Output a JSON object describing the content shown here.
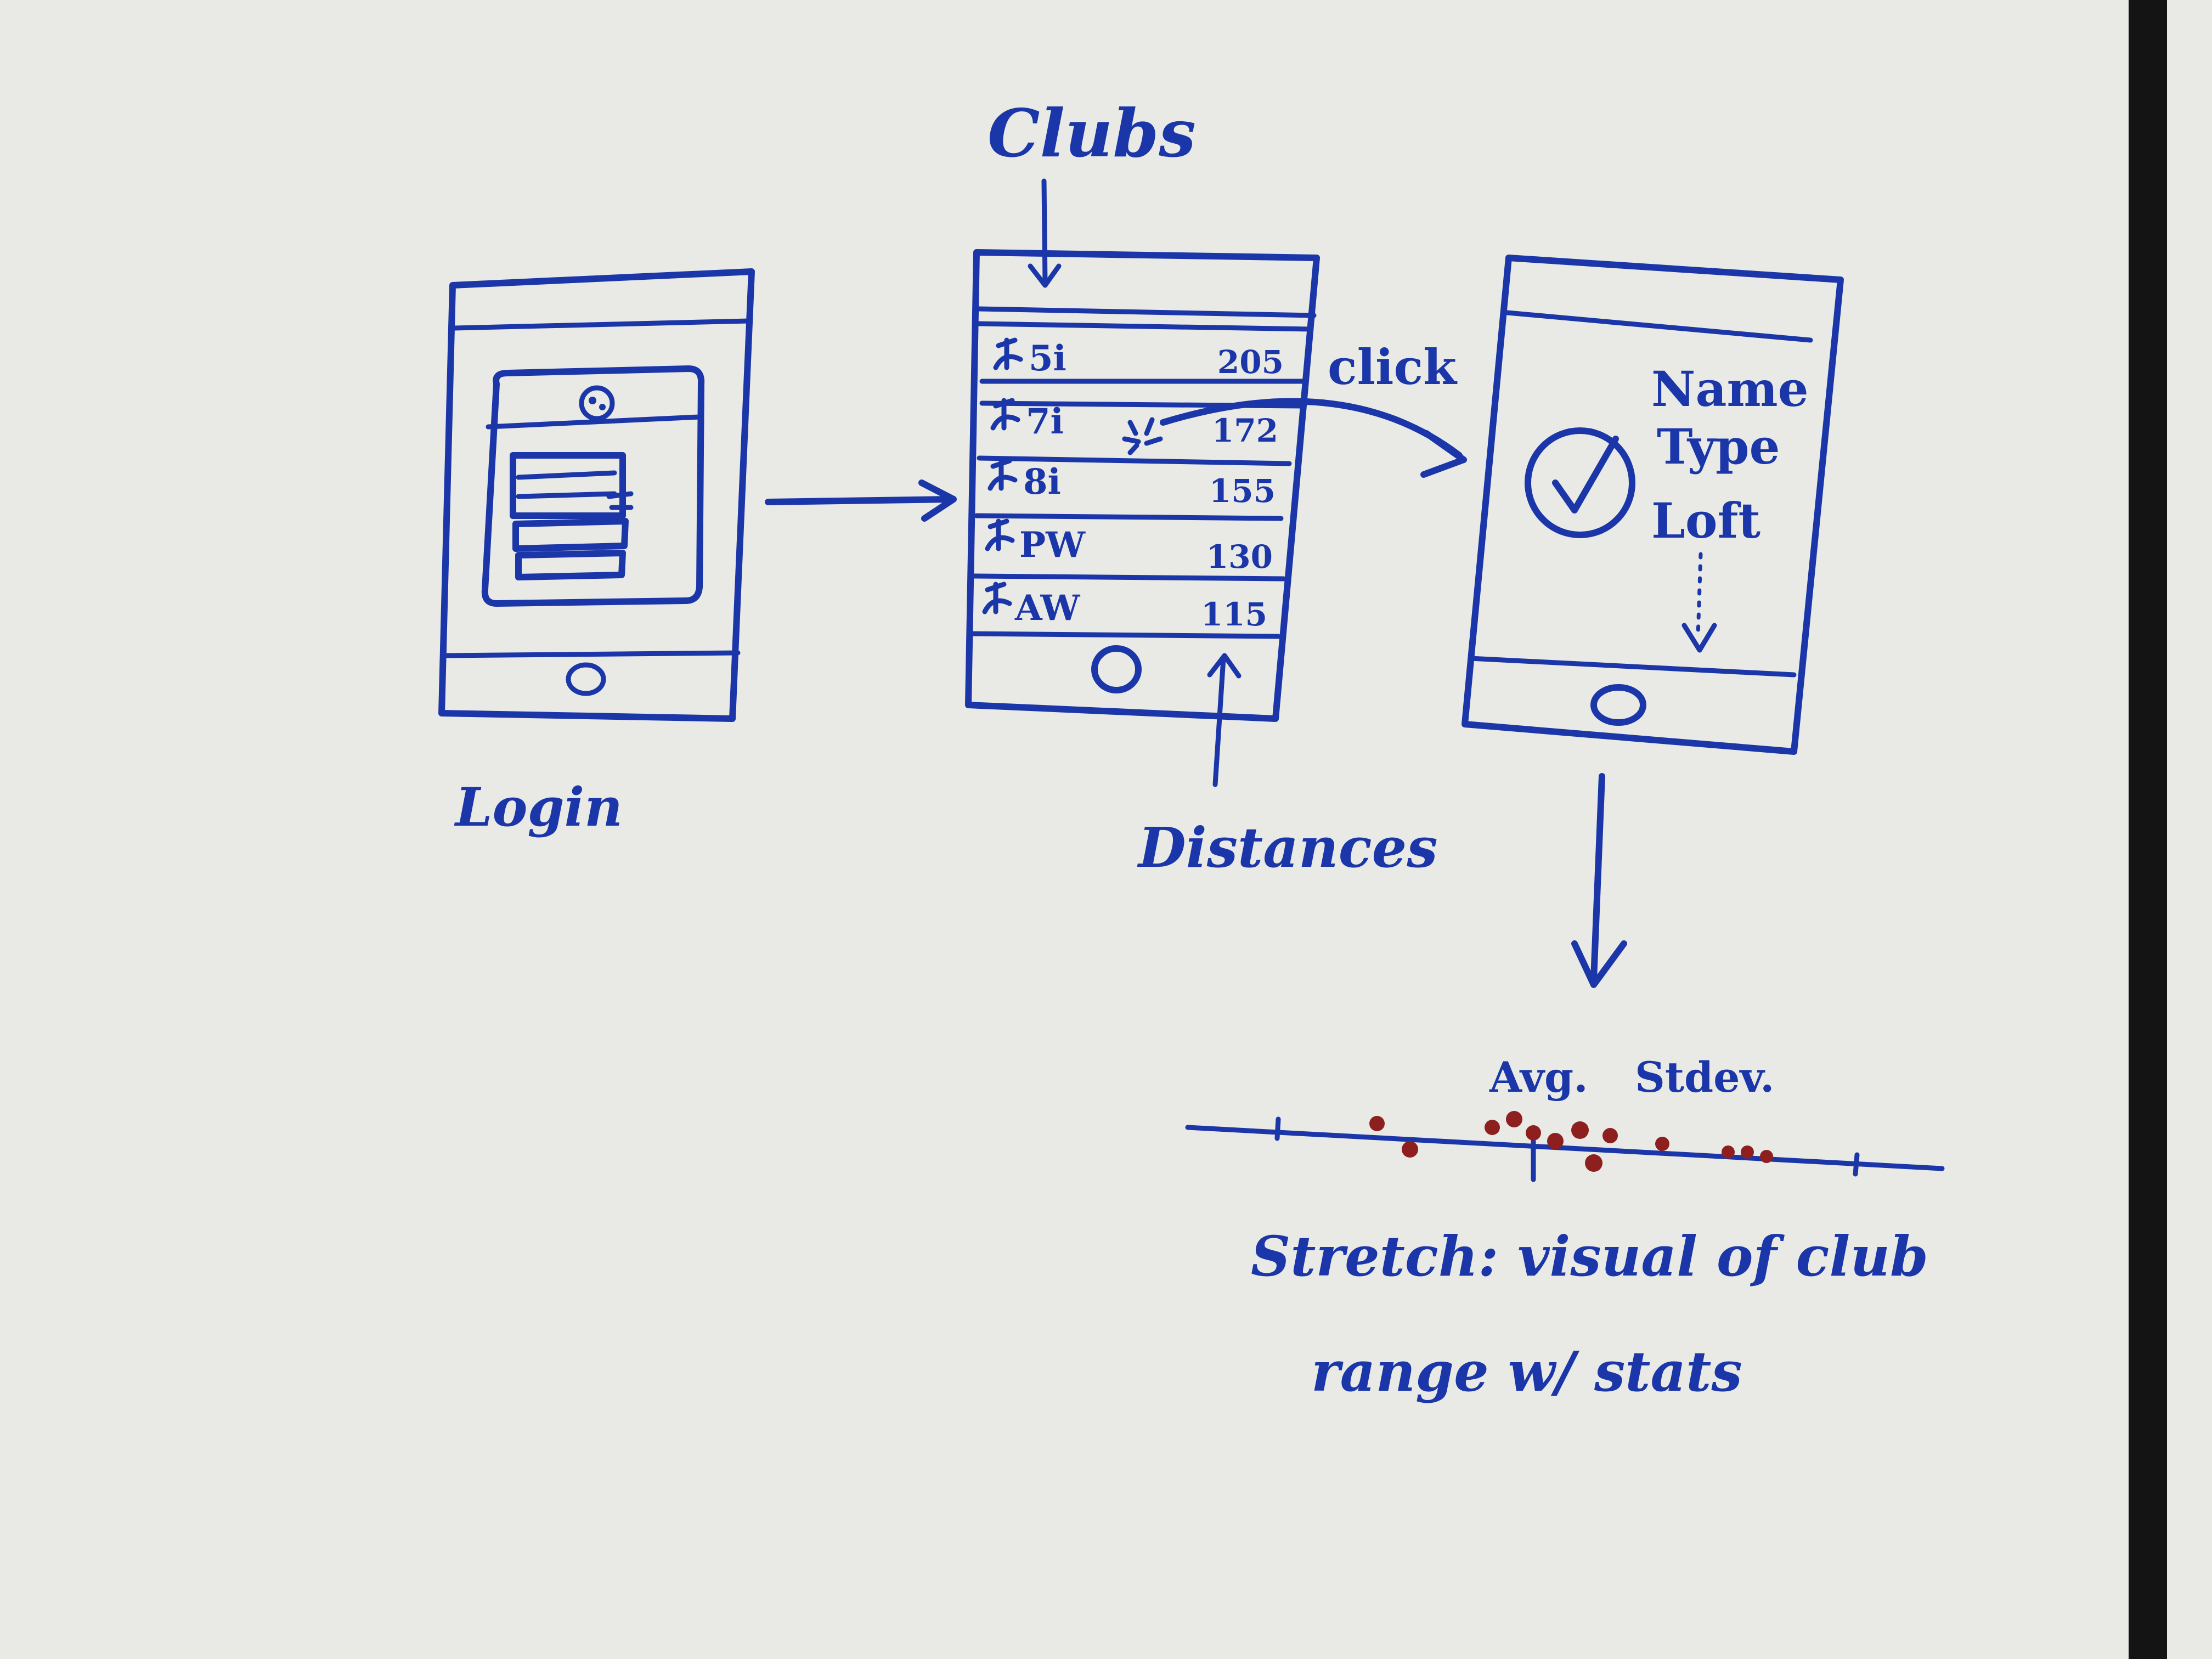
{
  "colors": {
    "board": "#e9e9e5",
    "marker_blue": "#1b36a8",
    "marker_red": "#8e1f1f",
    "frame": "#141414"
  },
  "labels": {
    "clubs": "Clubs",
    "click": "click",
    "login": "Login",
    "distances": "Distances",
    "avg": "Avg.",
    "stddev": "Stdev.",
    "stretch_line1": "Stretch: visual of club",
    "stretch_line2": "range w/ stats"
  },
  "club_list": [
    {
      "name": "5i",
      "distance": "205"
    },
    {
      "name": "7i",
      "distance": "172"
    },
    {
      "name": "8i",
      "distance": "155"
    },
    {
      "name": "PW",
      "distance": "130"
    },
    {
      "name": "AW",
      "distance": "115"
    }
  ],
  "detail_fields": [
    "Name",
    "Type",
    "Loft"
  ],
  "icons": {
    "login_avatar": "avatar-icon",
    "detail_check": "check-circle-icon",
    "home_button": "home-button-icon",
    "club_checkbox": "checkbox-icon"
  }
}
